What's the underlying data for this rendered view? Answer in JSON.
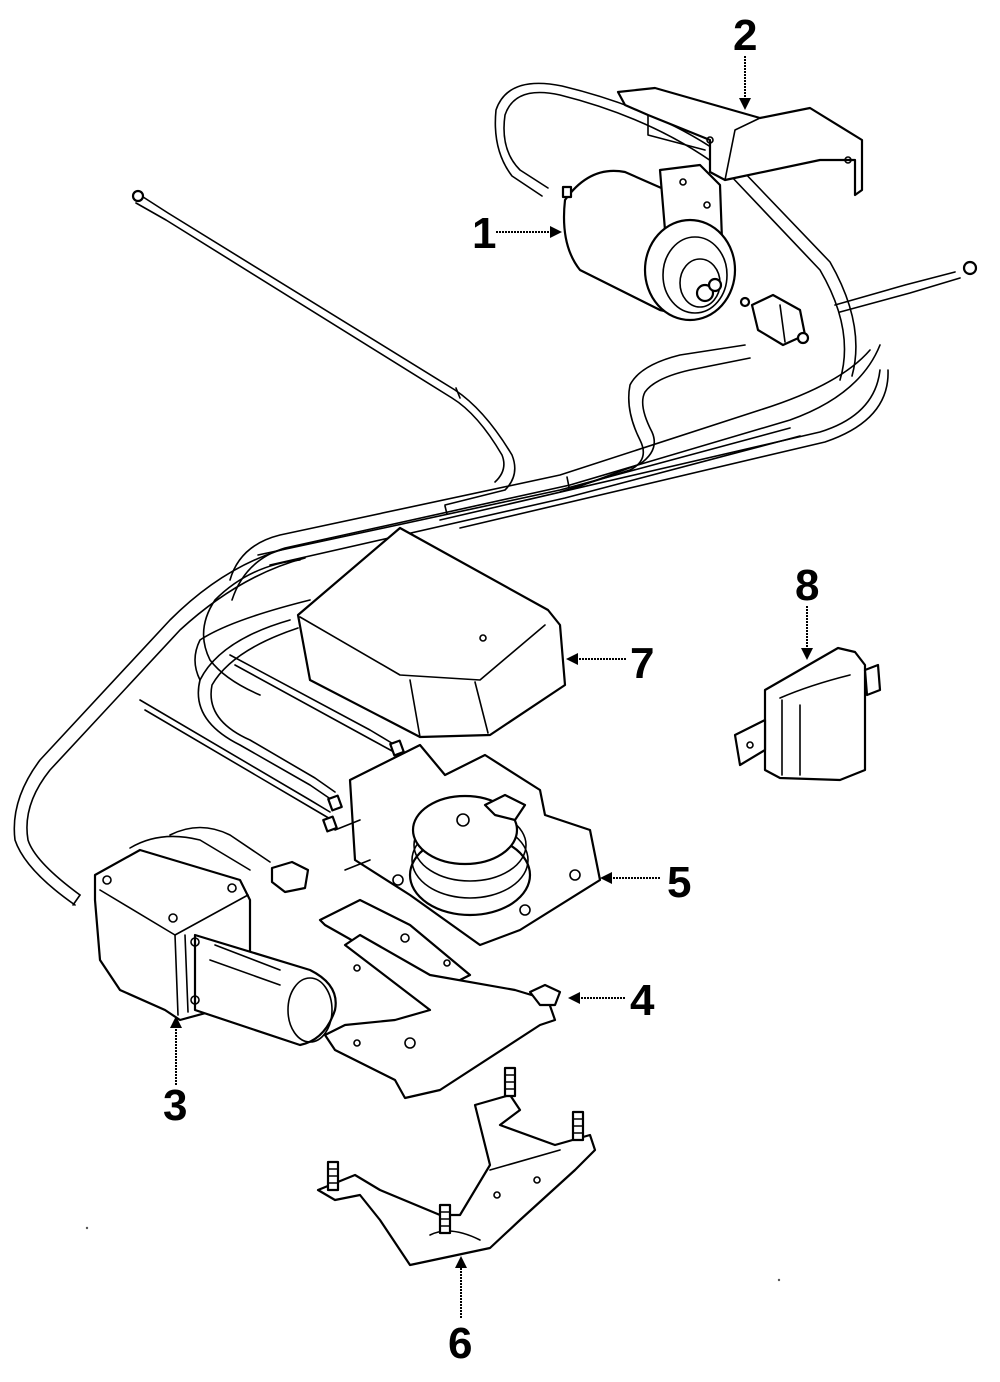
{
  "diagram": {
    "type": "exploded-parts-diagram",
    "style": "black line art on white",
    "colors": {
      "line": "#000000",
      "background": "#ffffff"
    },
    "callouts": [
      {
        "number": "1",
        "part": "motor"
      },
      {
        "number": "2",
        "part": "mounting-bracket"
      },
      {
        "number": "3",
        "part": "motor-gear-assembly"
      },
      {
        "number": "4",
        "part": "lower-bracket"
      },
      {
        "number": "5",
        "part": "reel-drum-assembly"
      },
      {
        "number": "6",
        "part": "support-bracket-with-studs"
      },
      {
        "number": "7",
        "part": "cover"
      },
      {
        "number": "8",
        "part": "control-module"
      }
    ]
  }
}
